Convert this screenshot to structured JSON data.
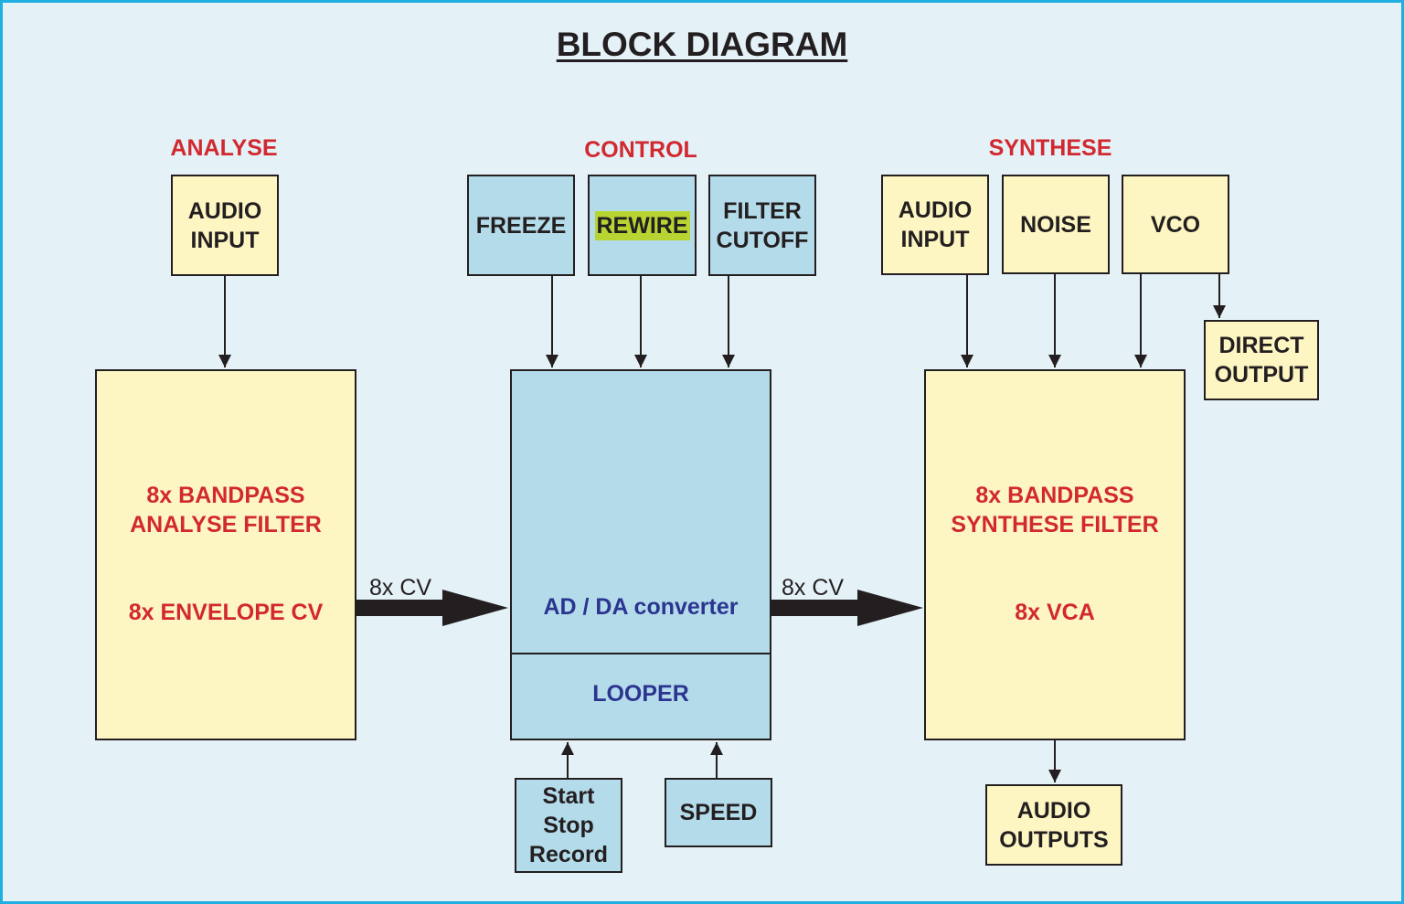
{
  "title": "BLOCK DIAGRAM",
  "sections": {
    "analyse": "ANALYSE",
    "control": "CONTROL",
    "synthese": "SYNTHESE"
  },
  "analyse": {
    "audio_input": [
      "AUDIO",
      "INPUT"
    ],
    "filter": {
      "line1": "8x BANDPASS",
      "line2": "ANALYSE FILTER",
      "line3": "8x ENVELOPE CV"
    }
  },
  "control": {
    "freeze": "FREEZE",
    "rewire": "REWIRE",
    "filter_cutoff": [
      "FILTER",
      "CUTOFF"
    ],
    "converter": "AD / DA  converter",
    "looper": "LOOPER",
    "start_stop_record": [
      "Start",
      "Stop",
      "Record"
    ],
    "speed": "SPEED"
  },
  "synthese": {
    "audio_input": [
      "AUDIO",
      "INPUT"
    ],
    "noise": "NOISE",
    "vco": "VCO",
    "direct_output": [
      "DIRECT",
      "OUTPUT"
    ],
    "filter": {
      "line1": "8x BANDPASS",
      "line2": "SYNTHESE FILTER",
      "line3": "8x VCA"
    },
    "audio_outputs": [
      "AUDIO",
      "OUTPUTS"
    ]
  },
  "connections": {
    "analyse_to_converter": "8x CV",
    "converter_to_synthese": "8x CV"
  },
  "colors": {
    "background": "#e4f2f8",
    "border": "#21aee0",
    "yellow_box": "#fdf6c3",
    "blue_box": "#b4dbea",
    "red_text": "#d2282f",
    "navy_text": "#2b3590",
    "highlight": "#b8d432"
  }
}
